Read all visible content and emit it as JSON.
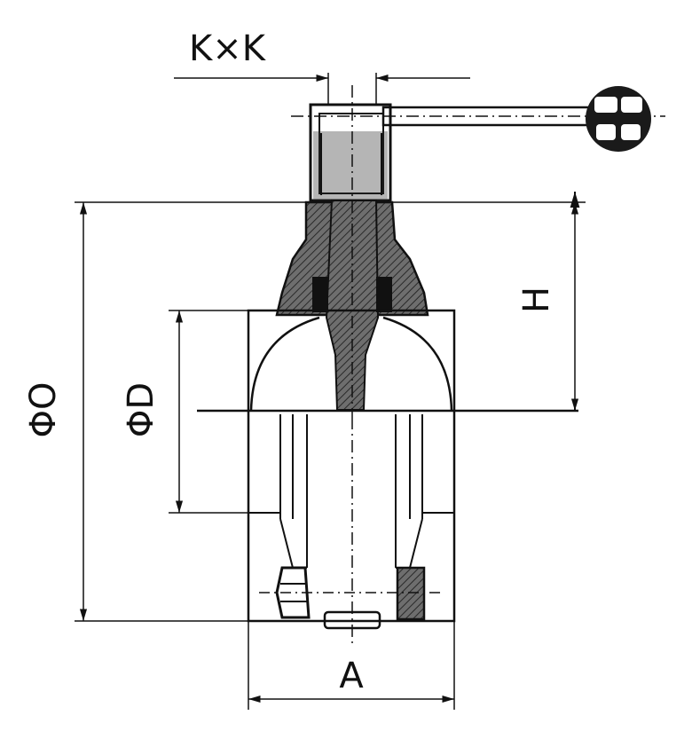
{
  "labels": {
    "k_x_k": "K×K",
    "h": "H",
    "phi_o": "ΦO",
    "phi_d": "ΦD",
    "a": "A"
  },
  "colors": {
    "ink": "#111111",
    "hatch_fill": "#6e6e6e",
    "background": "#ffffff"
  }
}
